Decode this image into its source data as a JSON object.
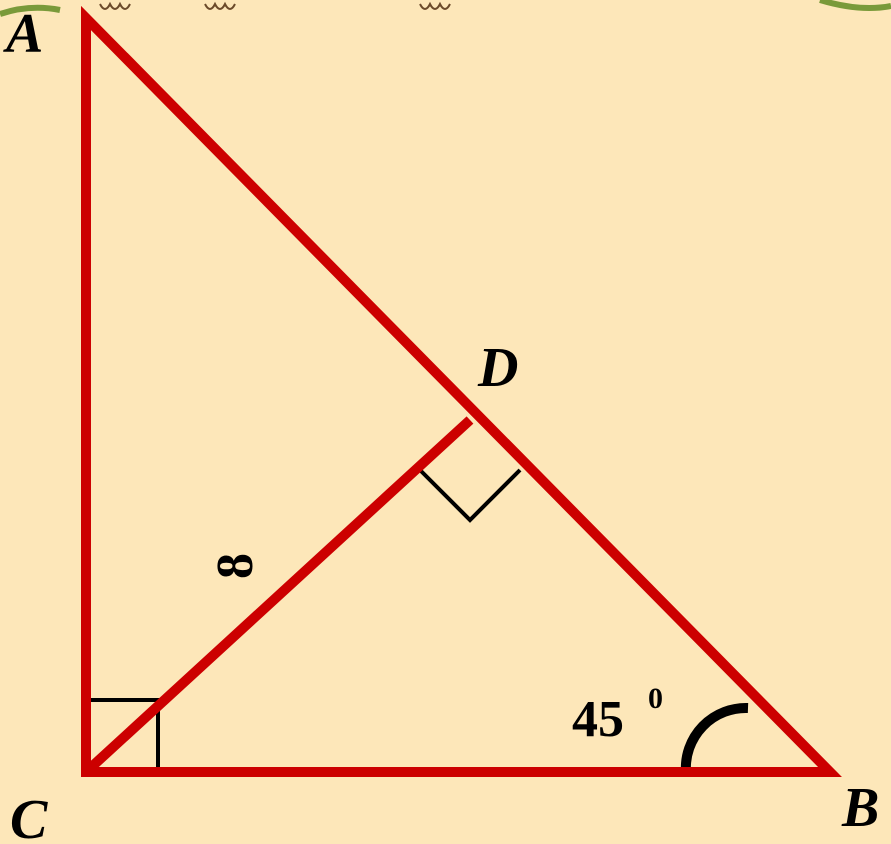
{
  "diagram": {
    "vertices": {
      "A": "A",
      "B": "B",
      "C": "C",
      "D": "D"
    },
    "segment_cd_length": "8",
    "angle_b": {
      "value": "45",
      "superscript": "0"
    },
    "colors": {
      "background": "#FDE7B9",
      "triangle_stroke": "#CC0000",
      "marks": "#000000"
    }
  }
}
